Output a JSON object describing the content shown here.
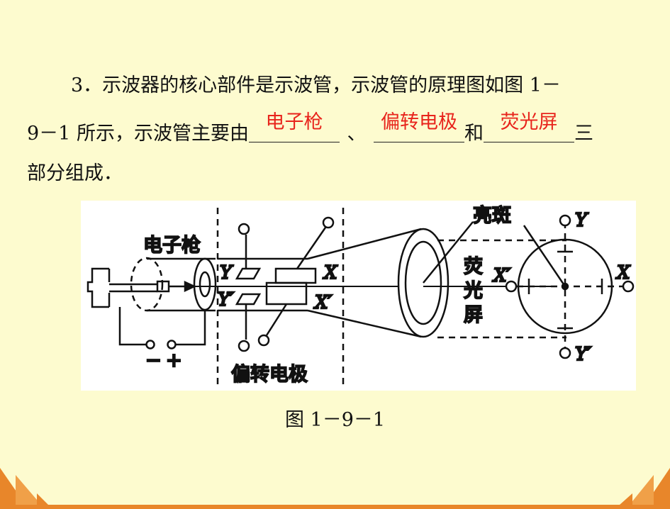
{
  "question": {
    "line1": "3．示波器的核心部件是示波管，示波管的原理图如图 1－",
    "line2_prefix": "9－1 所示，示波管主要由",
    "sep1": "、",
    "sep2": "和",
    "line2_suffix": "三",
    "line3": "部分组成．",
    "answers": [
      "电子枪",
      "偏转电极",
      "荧光屏"
    ]
  },
  "figure": {
    "labels": {
      "electron_gun": "电子枪",
      "deflection": "偏转电极",
      "bright_spot": "亮斑",
      "screen_chars": [
        "荧",
        "光",
        "屏"
      ],
      "minus": "−",
      "plus": "+",
      "Y": "Y",
      "Y_prime": "Y′",
      "X": "X",
      "X_prime": "X′"
    },
    "caption": "图 1－9－1"
  },
  "colors": {
    "background": "#fdfbcf",
    "answer": "#e8241c",
    "decoration": "#e8862a"
  }
}
